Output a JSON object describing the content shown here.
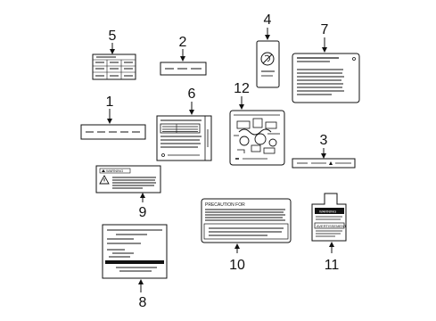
{
  "callouts": {
    "c1": "1",
    "c2": "2",
    "c3": "3",
    "c4": "4",
    "c5": "5",
    "c6": "6",
    "c7": "7",
    "c8": "8",
    "c9": "9",
    "c10": "10",
    "c11": "11",
    "c12": "12"
  },
  "label_text": {
    "warning_9": "WARNING",
    "precaution_10": "PRECAUTION FOR",
    "warning_11": "WARNING",
    "caution_11": "AVERTISSEMENT"
  },
  "colors": {
    "line": "#111111",
    "background": "#ffffff"
  }
}
